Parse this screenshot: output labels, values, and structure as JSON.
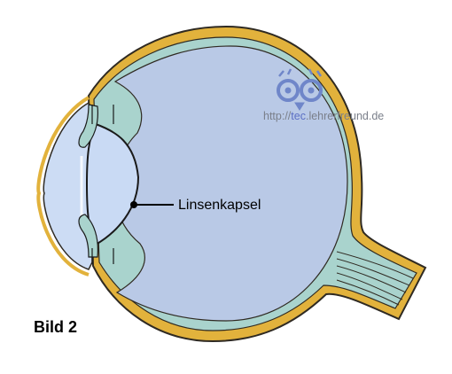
{
  "figure": {
    "label": "Bild 2",
    "annotation": "Linsenkapsel",
    "watermark": "http://tec.lehrerfreund.de",
    "watermark_parts": {
      "pre": "http://",
      "mid": "tec",
      "post": ".lehrerfreund.de"
    }
  },
  "colors": {
    "sclera": "#e2b23c",
    "sclera_stroke": "#2f2a22",
    "choroid": "#a9d3cd",
    "vitreous": "#b9c9e6",
    "cornea": "#ccdcf4",
    "lens": "#c9daf4",
    "owl": "#6f86c9",
    "watermark_text": "#7a7f8a",
    "watermark_accent": "#5b6fc4"
  }
}
